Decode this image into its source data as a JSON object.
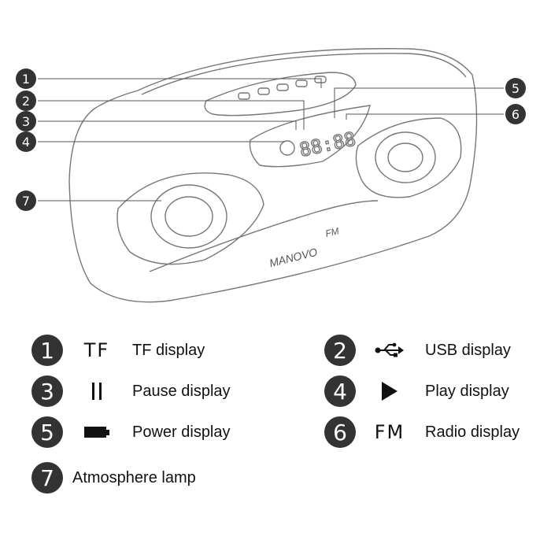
{
  "diagram": {
    "brand": "MANOVO",
    "model": "FM"
  },
  "legend": [
    {
      "number": "1",
      "symbol": "TF",
      "symbol_icon": "tf-text",
      "label": "TF display"
    },
    {
      "number": "2",
      "symbol": "",
      "symbol_icon": "usb-icon",
      "label": "USB display"
    },
    {
      "number": "3",
      "symbol": "",
      "symbol_icon": "pause-icon",
      "label": "Pause display"
    },
    {
      "number": "4",
      "symbol": "",
      "symbol_icon": "play-icon",
      "label": "Play display"
    },
    {
      "number": "5",
      "symbol": "",
      "symbol_icon": "battery-icon",
      "label": "Power display"
    },
    {
      "number": "6",
      "symbol": "FM",
      "symbol_icon": "fm-text",
      "label": "Radio display"
    },
    {
      "number": "7",
      "symbol": "",
      "symbol_icon": "",
      "label": "Atmosphere lamp"
    }
  ],
  "colors": {
    "marker": "#333333",
    "line": "#555555"
  }
}
